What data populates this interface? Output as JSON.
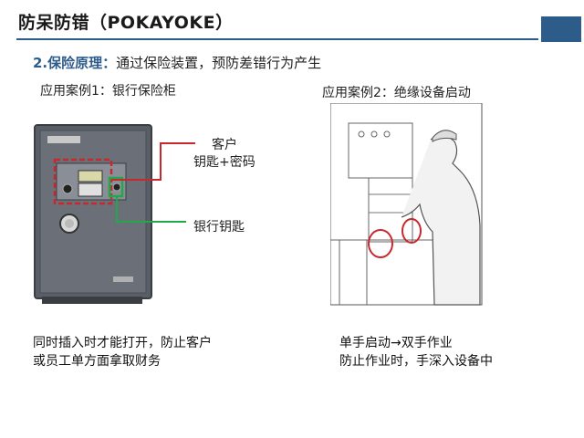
{
  "header": {
    "title": "防呆防错（POKAYOKE）"
  },
  "principle": {
    "heading": "2.保险原理：",
    "text": "通过保险装置，预防差错行为产生"
  },
  "case1": {
    "title": "应用案例1：银行保险柜",
    "customer_label_line1": "客户",
    "customer_label_line2": "钥匙+密码",
    "bank_label": "银行钥匙",
    "desc_line1": "同时插入时才能打开，防止客户",
    "desc_line2": "或员工单方面拿取财务"
  },
  "case2": {
    "title": "应用案例2：绝缘设备启动",
    "desc_line1": "单手启动→双手作业",
    "desc_line2": "防止作业时，手深入设备中"
  },
  "colors": {
    "accent": "#2e5c8a",
    "red_marker": "#c8282d",
    "green_marker": "#22a84a",
    "safe_body": "#5a5e66"
  }
}
